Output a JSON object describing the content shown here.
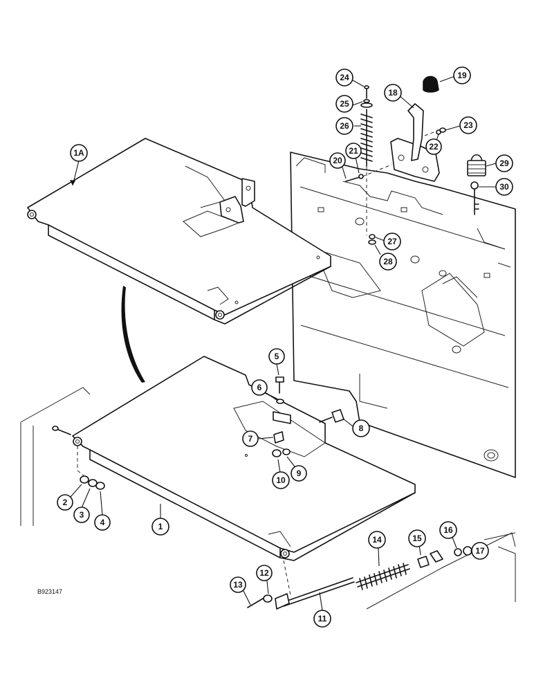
{
  "figure": {
    "reference_number": "B923147"
  },
  "callouts": [
    {
      "id": "c-1a",
      "label": "1A"
    },
    {
      "id": "c-1",
      "label": "1"
    },
    {
      "id": "c-2",
      "label": "2"
    },
    {
      "id": "c-3",
      "label": "3"
    },
    {
      "id": "c-4",
      "label": "4"
    },
    {
      "id": "c-5",
      "label": "5"
    },
    {
      "id": "c-6",
      "label": "6"
    },
    {
      "id": "c-7",
      "label": "7"
    },
    {
      "id": "c-8",
      "label": "8"
    },
    {
      "id": "c-9",
      "label": "9"
    },
    {
      "id": "c-10",
      "label": "10"
    },
    {
      "id": "c-11",
      "label": "11"
    },
    {
      "id": "c-12",
      "label": "12"
    },
    {
      "id": "c-13",
      "label": "13"
    },
    {
      "id": "c-14",
      "label": "14"
    },
    {
      "id": "c-15",
      "label": "15"
    },
    {
      "id": "c-16",
      "label": "16"
    },
    {
      "id": "c-17",
      "label": "17"
    },
    {
      "id": "c-18",
      "label": "18"
    },
    {
      "id": "c-19",
      "label": "19"
    },
    {
      "id": "c-20",
      "label": "20"
    },
    {
      "id": "c-21",
      "label": "21"
    },
    {
      "id": "c-22",
      "label": "22"
    },
    {
      "id": "c-23",
      "label": "23"
    },
    {
      "id": "c-24",
      "label": "24"
    },
    {
      "id": "c-25",
      "label": "25"
    },
    {
      "id": "c-26",
      "label": "26"
    },
    {
      "id": "c-27",
      "label": "27"
    },
    {
      "id": "c-28",
      "label": "28"
    },
    {
      "id": "c-29",
      "label": "29"
    },
    {
      "id": "c-30",
      "label": "30"
    }
  ]
}
